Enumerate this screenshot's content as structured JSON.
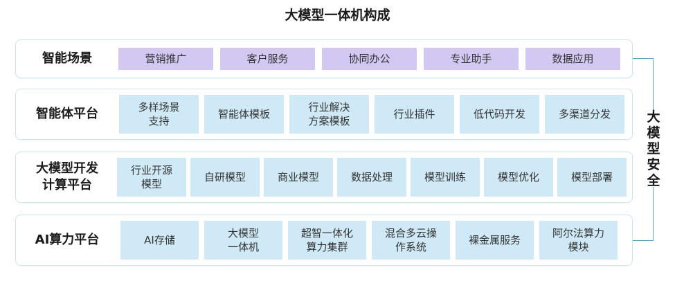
{
  "title": "大模型一体机构成",
  "layers": [
    {
      "label": "智能场景",
      "items": [
        "营销推广",
        "客户服务",
        "协同办公",
        "专业助手",
        "数据应用"
      ]
    },
    {
      "label": "智能体平台",
      "items": [
        "多样场景\n支持",
        "智能体模板",
        "行业解决\n方案模板",
        "行业插件",
        "低代码开发",
        "多渠道分发"
      ]
    },
    {
      "label": "大模型开发\n计算平台",
      "items": [
        "行业开源\n模型",
        "自研模型",
        "商业模型",
        "数据处理",
        "模型训练",
        "模型优化",
        "模型部署"
      ]
    },
    {
      "label": "AI算力平台",
      "items": [
        "AI存储",
        "大模型\n一体机",
        "超智一体化\n算力集群",
        "混合多云操\n作系统",
        "裸金属服务",
        "阿尔法算力\n模块"
      ]
    }
  ],
  "security_label": "大模型安全",
  "colors": {
    "scene_item": "#d3c8f2",
    "platform_item": "#cfeaf6",
    "layer_border": "#cfe4ee",
    "bracket": "#5aa9bf"
  }
}
